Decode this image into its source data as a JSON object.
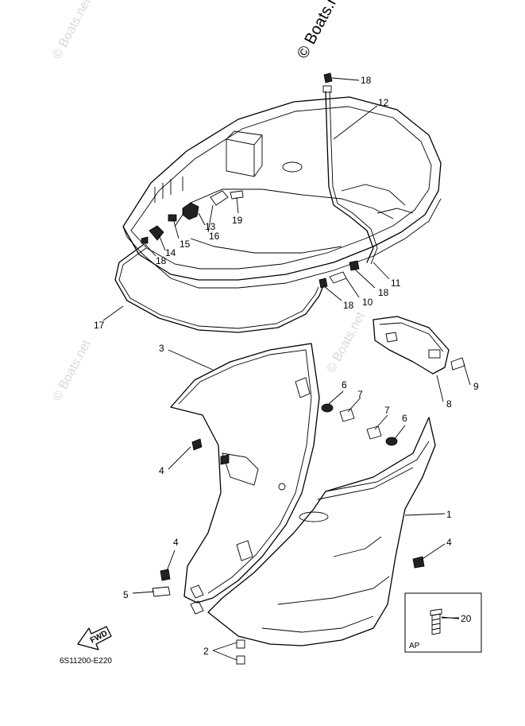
{
  "watermarks": {
    "main": "© Boats.net",
    "faint_top": "© Boats.net",
    "faint_mid": "© Boats.net",
    "faint_left": "© Boats.net"
  },
  "diagram_code": "6S11200-E220",
  "fwd_label": "FWD",
  "inset_label": "AP",
  "callouts": {
    "c1": "1",
    "c2": "2",
    "c3": "3",
    "c4a": "4",
    "c4b": "4",
    "c4c": "4",
    "c5": "5",
    "c6a": "6",
    "c6b": "6",
    "c7a": "7",
    "c7b": "7",
    "c8": "8",
    "c9": "9",
    "c10": "10",
    "c11": "11",
    "c12": "12",
    "c13": "13",
    "c14": "14",
    "c15": "15",
    "c16": "16",
    "c17": "17",
    "c18a": "18",
    "c18b": "18",
    "c18c": "18",
    "c18d": "18",
    "c19": "19",
    "c20": "20"
  },
  "colors": {
    "ink": "#000000",
    "watermark": "#d8d8d8",
    "paper": "#ffffff"
  }
}
